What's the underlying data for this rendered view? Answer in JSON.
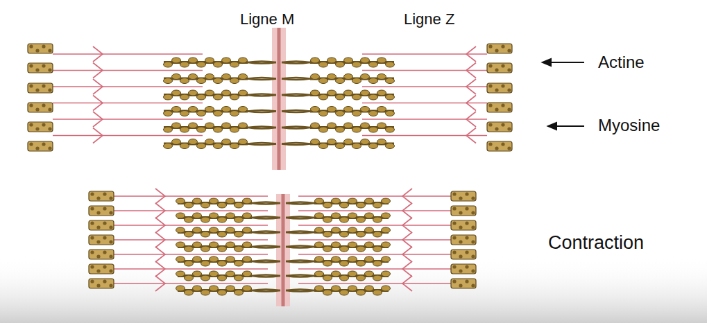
{
  "diagram": {
    "labels": [
      "Ligne M",
      "Ligne Z",
      "Actine",
      "Myosine",
      "Contraction"
    ]
  }
}
